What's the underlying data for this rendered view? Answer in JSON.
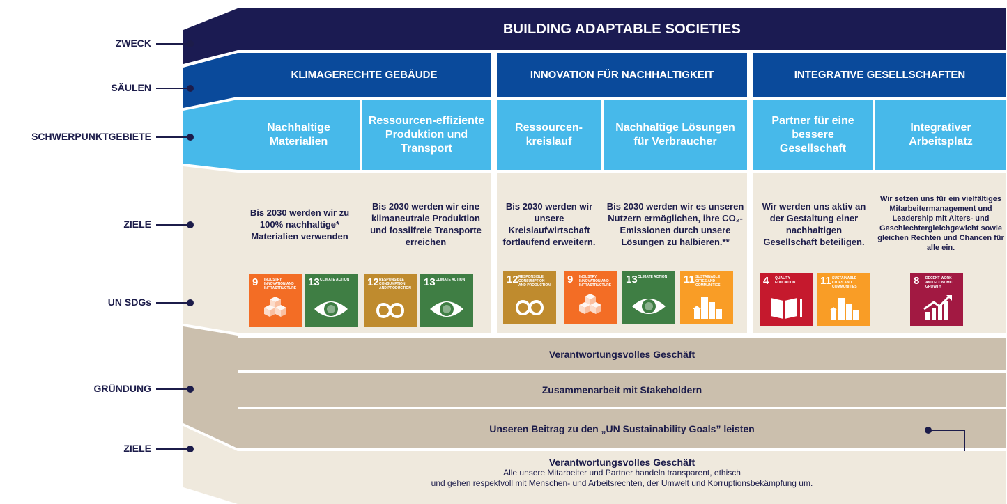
{
  "labels": {
    "zweck": "ZWECK",
    "saeulen": "SÄULEN",
    "schwerpunkt": "SCHWERPUNKTGEBIETE",
    "ziele": "ZIELE",
    "sdgs": "UN SDGs",
    "gruendung": "GRÜNDUNG",
    "ziele2": "ZIELE"
  },
  "purpose": "BUILDING ADAPTABLE SOCIETIES",
  "pillars": [
    "KLIMAGERECHTE GEBÄUDE",
    "INNOVATION FÜR NACHHALTIGKEIT",
    "INTEGRATIVE GESELLSCHAFTEN"
  ],
  "focus_areas": [
    "Nachhaltige Materialien",
    "Ressourcen-effiziente Produktion und Transport",
    "Ressourcen-kreislauf",
    "Nachhaltige Lösungen für Verbraucher",
    "Partner für eine bessere Gesellschaft",
    "Integrativer Arbeitsplatz"
  ],
  "goals": [
    "Bis 2030 werden wir zu 100% nachhaltige* Materialien verwenden",
    "Bis 2030 werden wir eine klimaneutrale Produktion und fossilfreie Transporte erreichen",
    "Bis 2030 werden wir unsere Kreislaufwirtschaft fortlaufend erweitern.",
    "Bis 2030 werden wir es unseren Nutzern ermöglichen, ihre CO₂-Emissionen durch unsere Lösungen zu halbieren.**",
    "Wir werden uns aktiv an der Gestaltung einer nachhaltigen Gesellschaft beteiligen.",
    "Wir setzen uns für ein vielfältiges Mitarbeitermanagement und Leadership mit Alters- und Geschlechtergleichgewicht sowie gleichen Rechten und Chancen für alle ein."
  ],
  "sdgs": [
    {
      "num": "9",
      "title": "Industry, innovation and infrastructure",
      "color": "#f36d25",
      "icon": "cubes-icon"
    },
    {
      "num": "13",
      "title": "Climate action",
      "color": "#3f7e44",
      "icon": "eye-globe-icon"
    },
    {
      "num": "12",
      "title": "Responsible consumption and production",
      "color": "#bf8b2e",
      "icon": "infinity-icon"
    },
    {
      "num": "13",
      "title": "Climate action",
      "color": "#3f7e44",
      "icon": "eye-globe-icon"
    },
    {
      "num": "12",
      "title": "Responsible consumption and production",
      "color": "#bf8b2e",
      "icon": "infinity-icon"
    },
    {
      "num": "9",
      "title": "Industry, innovation and infrastructure",
      "color": "#f36d25",
      "icon": "cubes-icon"
    },
    {
      "num": "13",
      "title": "Climate action",
      "color": "#3f7e44",
      "icon": "eye-globe-icon"
    },
    {
      "num": "11",
      "title": "Sustainable cities and communities",
      "color": "#f99d26",
      "icon": "city-icon"
    },
    {
      "num": "4",
      "title": "Quality education",
      "color": "#c5192d",
      "icon": "book-icon"
    },
    {
      "num": "11",
      "title": "Sustainable cities and communities",
      "color": "#f99d26",
      "icon": "city-icon"
    },
    {
      "num": "8",
      "title": "Decent work and economic growth",
      "color": "#a21942",
      "icon": "growth-icon"
    }
  ],
  "foundation": [
    "Verantwortungsvolles Geschäft",
    "Zusammenarbeit mit Stakeholdern",
    "Unseren Beitrag zu den „UN Sustainability Goals” leisten"
  ],
  "footer": {
    "title": "Verantwortungsvolles Geschäft",
    "line1": "Alle unsere Mitarbeiter und Partner handeln transparent, ethisch",
    "line2": "und gehen respektvoll mit Menschen- und  Arbeitsrechten, der Umwelt und Korruptionsbekämpfung um."
  },
  "colors": {
    "navy": "#1b1b52",
    "blue": "#0a4a9b",
    "light_blue": "#47b9ea",
    "beige": "#efe9dd",
    "taupe": "#cbbfad"
  }
}
